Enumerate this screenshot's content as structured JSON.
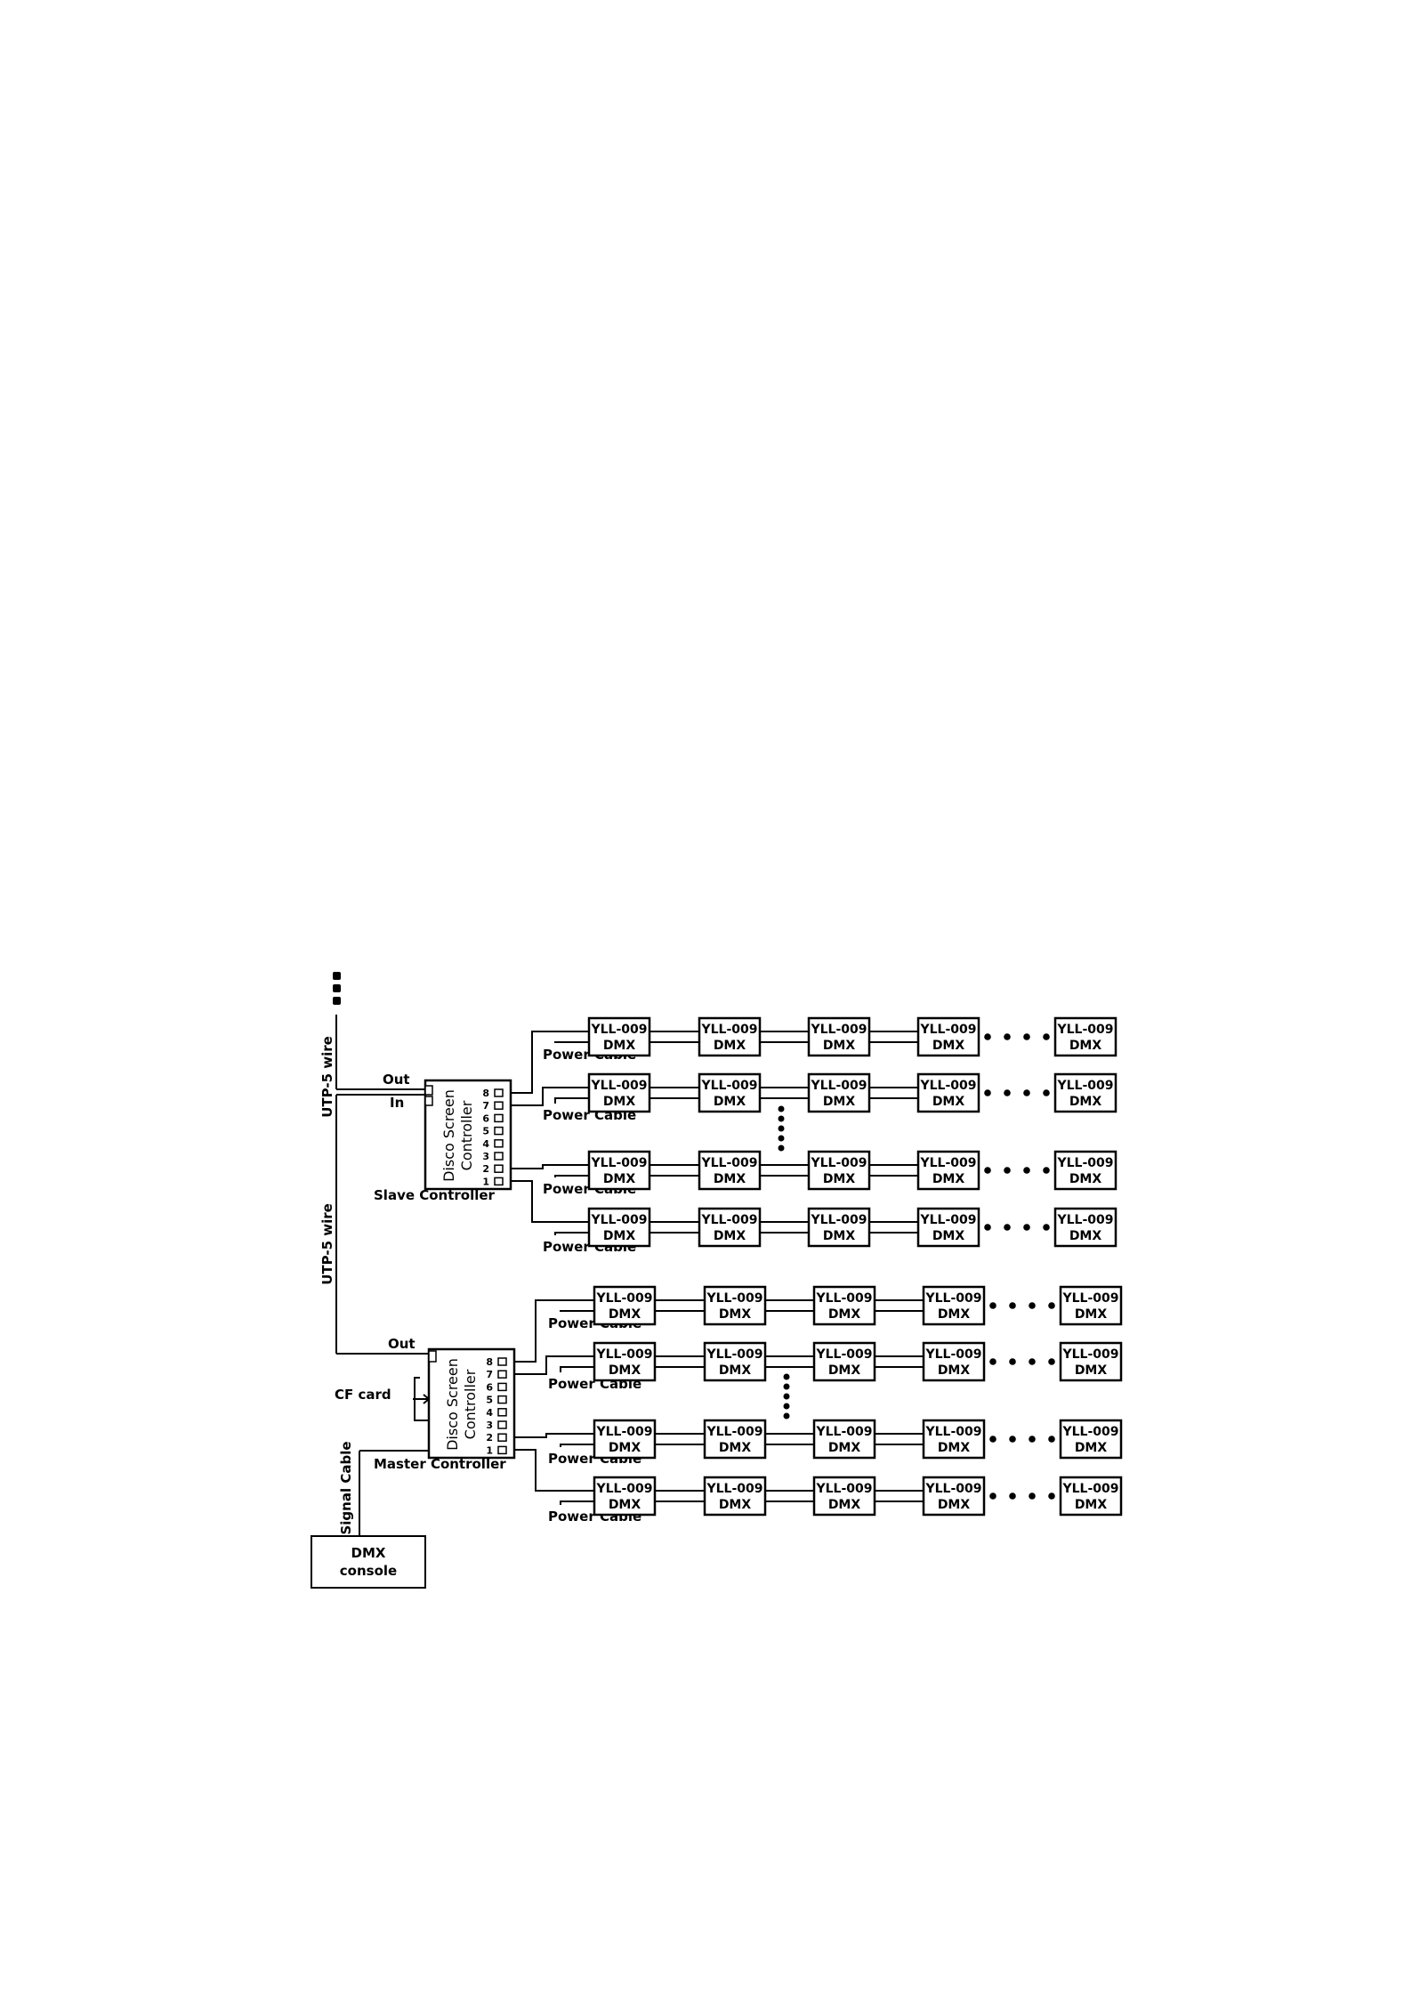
{
  "labels": {
    "utp_top": "UTP-5 wire",
    "utp_mid": "UTP-5 wire",
    "out_slave": "Out",
    "in_slave": "In",
    "out_master": "Out",
    "slave_controller": "Slave Controller",
    "master_controller": "Master Controller",
    "cf_card": "CF card",
    "signal_cable": "Signal Cable"
  },
  "controller": {
    "line1": "Disco Screen",
    "line2": "Controller",
    "ports": [
      "8",
      "7",
      "6",
      "5",
      "4",
      "3",
      "2",
      "1"
    ]
  },
  "console": {
    "line1": "DMX",
    "line2": "console"
  },
  "module": {
    "line1": "YLL-009",
    "line2": "DMX"
  },
  "power_cable": "Power Cable"
}
